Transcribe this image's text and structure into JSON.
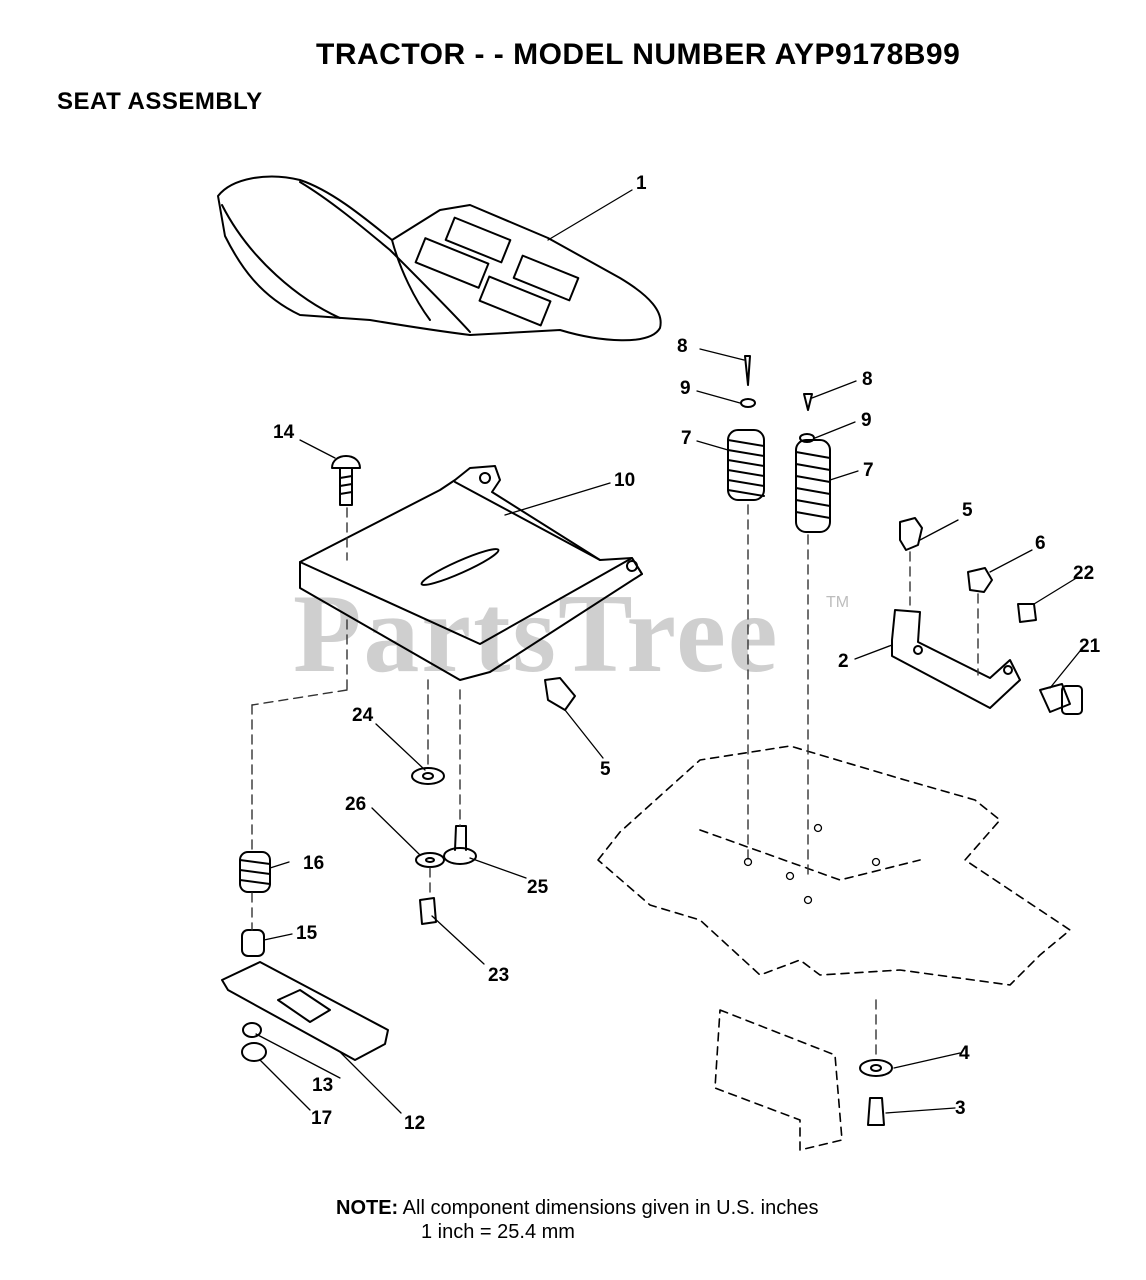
{
  "header": {
    "title": "TRACTOR - - MODEL NUMBER AYP9178B99",
    "subtitle": "SEAT ASSEMBLY"
  },
  "watermark": {
    "brand": "PartsTree",
    "tm": "TM"
  },
  "callouts": {
    "c1": "1",
    "c2": "2",
    "c3": "3",
    "c4": "4",
    "c5a": "5",
    "c5b": "5",
    "c6": "6",
    "c7a": "7",
    "c7b": "7",
    "c8a": "8",
    "c8b": "8",
    "c9a": "9",
    "c9b": "9",
    "c10": "10",
    "c12": "12",
    "c13": "13",
    "c14": "14",
    "c15": "15",
    "c16": "16",
    "c17": "17",
    "c21": "21",
    "c22": "22",
    "c23": "23",
    "c24": "24",
    "c25": "25",
    "c26": "26"
  },
  "note": {
    "label": "NOTE:",
    "line1": "All component dimensions given in U.S. inches",
    "line2": "1 inch = 25.4 mm"
  }
}
